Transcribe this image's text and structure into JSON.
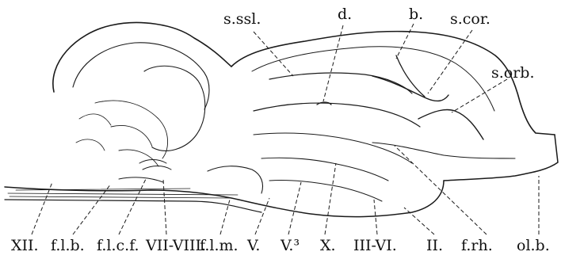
{
  "figure": {
    "labels_top": {
      "sssl": "s.ssl.",
      "d": "d.",
      "b": "b.",
      "scor": "s.cor.",
      "sorb": "s.orb."
    },
    "labels_bottom": {
      "xii": "XII.",
      "flb": "f.l.b.",
      "flcf": "f.l.c.f.",
      "vii_viii": "VII-VIII.",
      "flm": "f.l.m.",
      "v": "V.",
      "v3": "V.³",
      "x": "X.",
      "iii_vi": "III-VI.",
      "ii": "II.",
      "frh": "f.rh.",
      "olb": "ol.b."
    }
  }
}
